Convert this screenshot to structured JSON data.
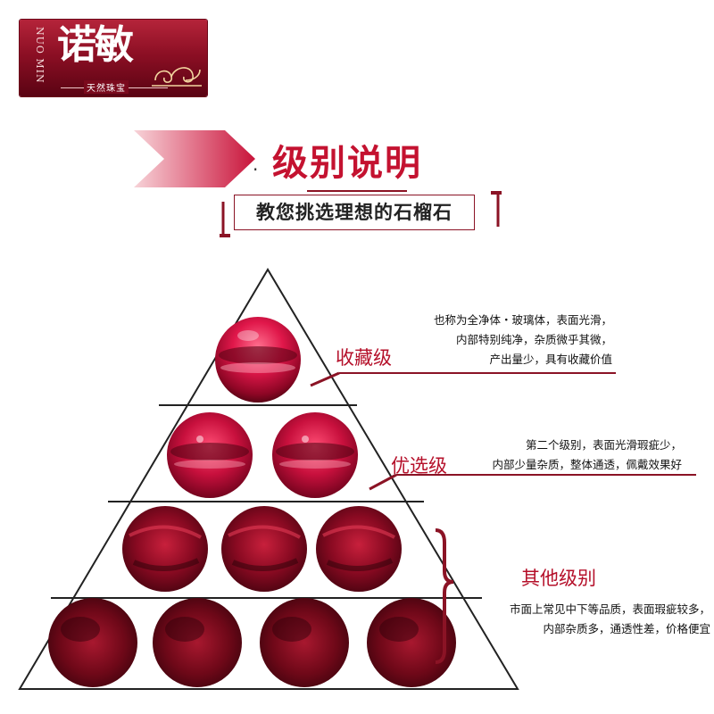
{
  "logo": {
    "vertical_text": "NUO MIN",
    "main_text": "诺敏",
    "sub_text": "天然珠宝"
  },
  "title": "级别说明",
  "subtitle": "教您挑选理想的石榴石",
  "tiers": [
    {
      "label": "收藏级",
      "description": [
        "也称为全净体・玻璃体，表面光滑，",
        "内部特别纯净，杂质微乎其微，",
        "产出量少，具有收藏价值"
      ]
    },
    {
      "label": "优选级",
      "description": [
        "第二个级别，表面光滑瑕疵少，",
        "内部少量杂质，整体通透，佩戴效果好"
      ]
    },
    {
      "label": "其他级别",
      "description": [
        "市面上常见中下等品质，表面瑕疵较多，",
        "内部杂质多，通透性差，价格便宜"
      ]
    }
  ],
  "colors": {
    "brand": "#8c0f24",
    "accent": "#c41230",
    "gem_light": "#e8335a",
    "gem_dark": "#5a0616"
  }
}
